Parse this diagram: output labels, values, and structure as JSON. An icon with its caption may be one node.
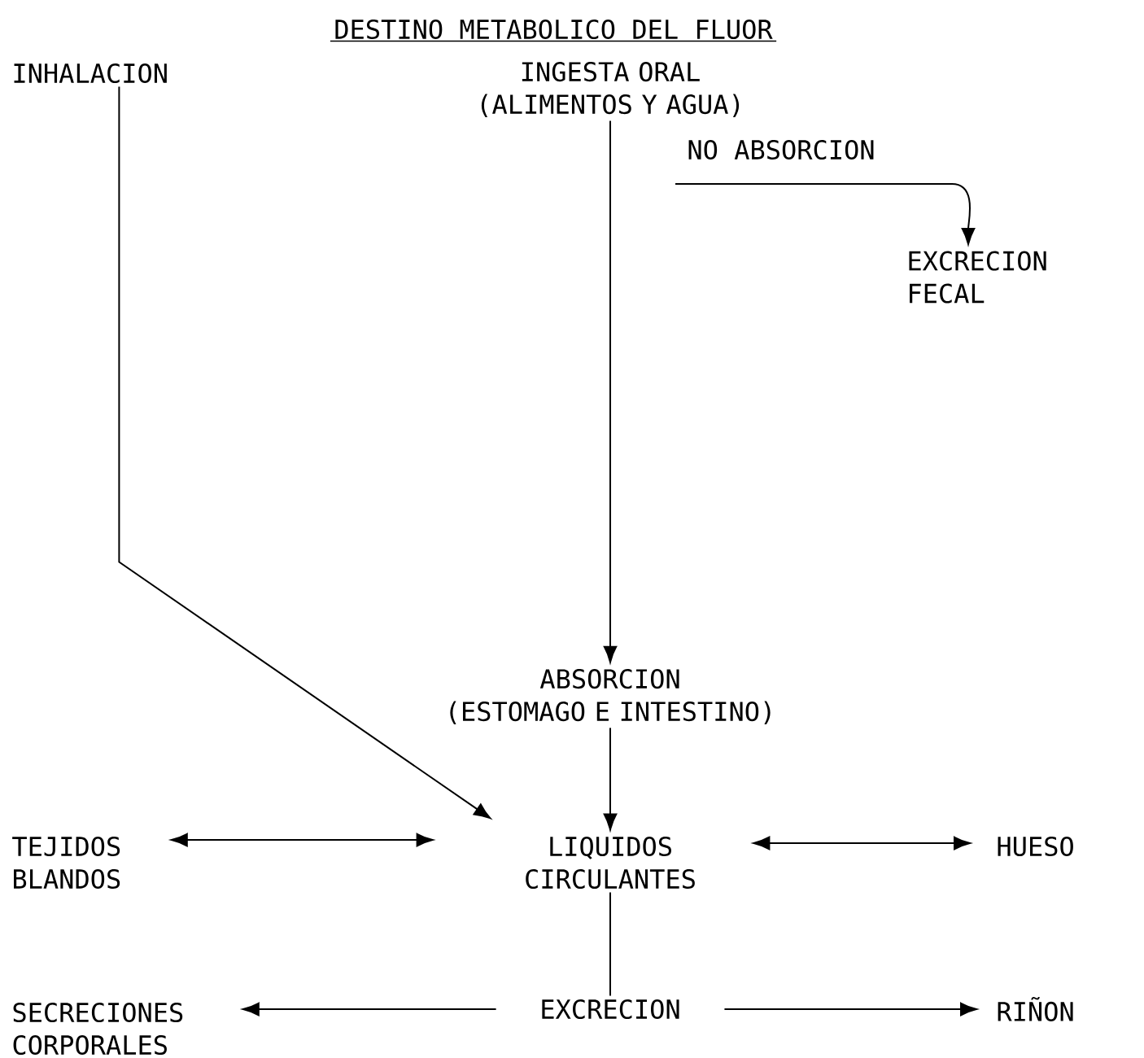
{
  "diagram": {
    "title": "DESTINO METABOLICO DEL FLUOR",
    "nodes": [
      {
        "text": [
          "INHALACION"
        ]
      },
      {
        "text": [
          "INGESTA ORAL",
          "(ALIMENTOS Y AGUA)"
        ]
      },
      {
        "text": [
          "EXCRECION FECAL"
        ]
      },
      {
        "text": [
          "ABSORCION",
          "(ESTOMAGO E INTESTINO)"
        ]
      },
      {
        "text": [
          "TEJIDOS BLANDOS"
        ]
      },
      {
        "text": [
          "LIQUIDOS CIRCULANTES"
        ]
      },
      {
        "text": [
          "HUESO"
        ]
      },
      {
        "text": [
          "SECRECIONES CORPORALES"
        ]
      },
      {
        "text": [
          "EXCRECION"
        ]
      },
      {
        "text": [
          "RIÑON"
        ]
      }
    ],
    "edges": [
      {
        "from": null,
        "to": 2,
        "arrow": "to",
        "label": "NO ABSORCION"
      },
      {
        "from": 0,
        "to": 5,
        "arrow": "to"
      },
      {
        "from": 1,
        "to": 3,
        "arrow": "to"
      },
      {
        "from": 3,
        "to": 5,
        "arrow": "to"
      },
      {
        "from": 4,
        "to": 5,
        "arrow": "both"
      },
      {
        "from": 5,
        "to": 6,
        "arrow": "both"
      },
      {
        "from": 5,
        "to": 8,
        "arrow": "none"
      },
      {
        "from": 8,
        "to": 7,
        "arrow": "to"
      },
      {
        "from": 8,
        "to": 9,
        "arrow": "to"
      }
    ]
  }
}
